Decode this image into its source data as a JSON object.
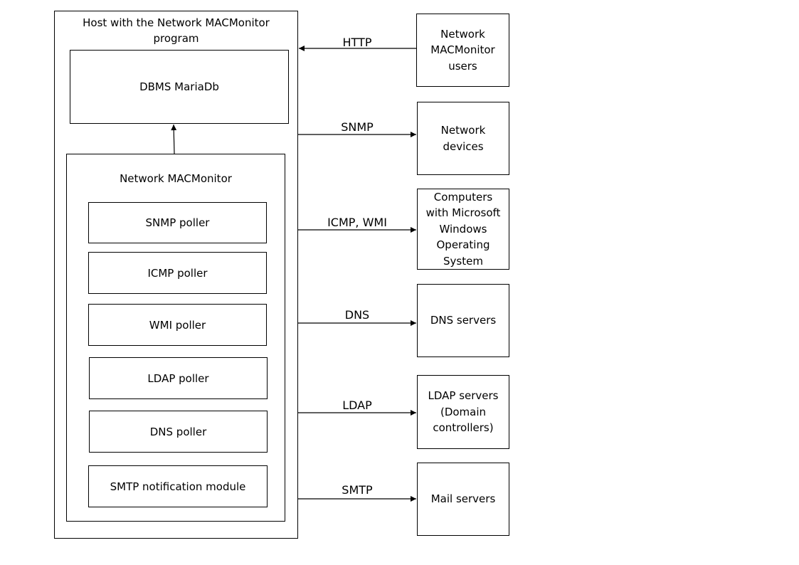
{
  "host": {
    "title": "Host with the Network MACMonitor\nprogram"
  },
  "dbms": {
    "label": "DBMS MariaDb"
  },
  "app": {
    "title": "Network MACMonitor"
  },
  "modules": [
    {
      "label": "SNMP poller"
    },
    {
      "label": "ICMP poller"
    },
    {
      "label": "WMI poller"
    },
    {
      "label": "LDAP poller"
    },
    {
      "label": "DNS poller"
    },
    {
      "label": "SMTP notification module"
    }
  ],
  "external": [
    {
      "label": "Network\nMACMonitor\nusers"
    },
    {
      "label": "Network\ndevices"
    },
    {
      "label": "Computers\nwith Microsoft\nWindows\nOperating\nSystem"
    },
    {
      "label": "DNS servers"
    },
    {
      "label": "LDAP servers\n(Domain\ncontrollers)"
    },
    {
      "label": "Mail servers"
    }
  ],
  "connections": [
    {
      "label": "HTTP",
      "direction": "inbound"
    },
    {
      "label": "SNMP",
      "direction": "outbound"
    },
    {
      "label": "ICMP, WMI",
      "direction": "outbound"
    },
    {
      "label": "DNS",
      "direction": "outbound"
    },
    {
      "label": "LDAP",
      "direction": "outbound"
    },
    {
      "label": "SMTP",
      "direction": "outbound"
    }
  ]
}
